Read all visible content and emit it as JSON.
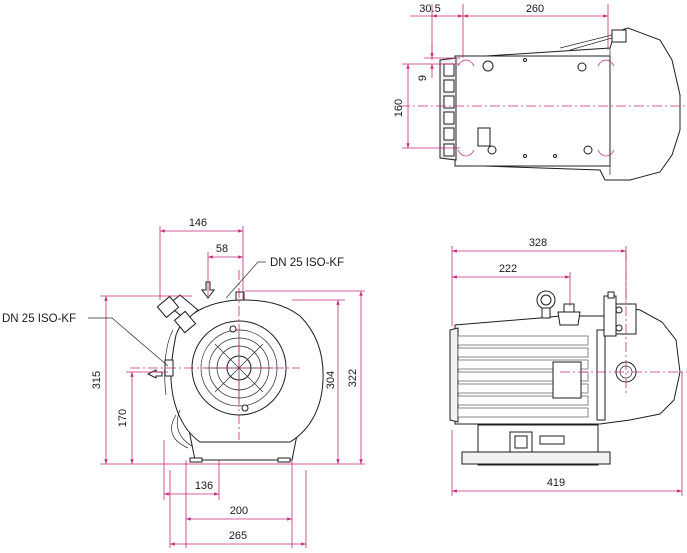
{
  "top_view": {
    "dim_30_5": "30.5",
    "dim_260": "260",
    "dim_9": "9",
    "dim_160": "160"
  },
  "front_view": {
    "dim_146": "146",
    "dim_58": "58",
    "dim_315": "315",
    "dim_170": "170",
    "dim_304": "304",
    "dim_322": "322",
    "dim_136": "136",
    "dim_200": "200",
    "dim_265": "265",
    "label_inlet": "DN 25 ISO-KF",
    "label_outlet": "DN 25 ISO-KF"
  },
  "side_view": {
    "dim_328": "328",
    "dim_222": "222",
    "dim_419": "419"
  },
  "colors": {
    "dimension_line": "#c6287c",
    "outline": "#1e1e1e"
  }
}
